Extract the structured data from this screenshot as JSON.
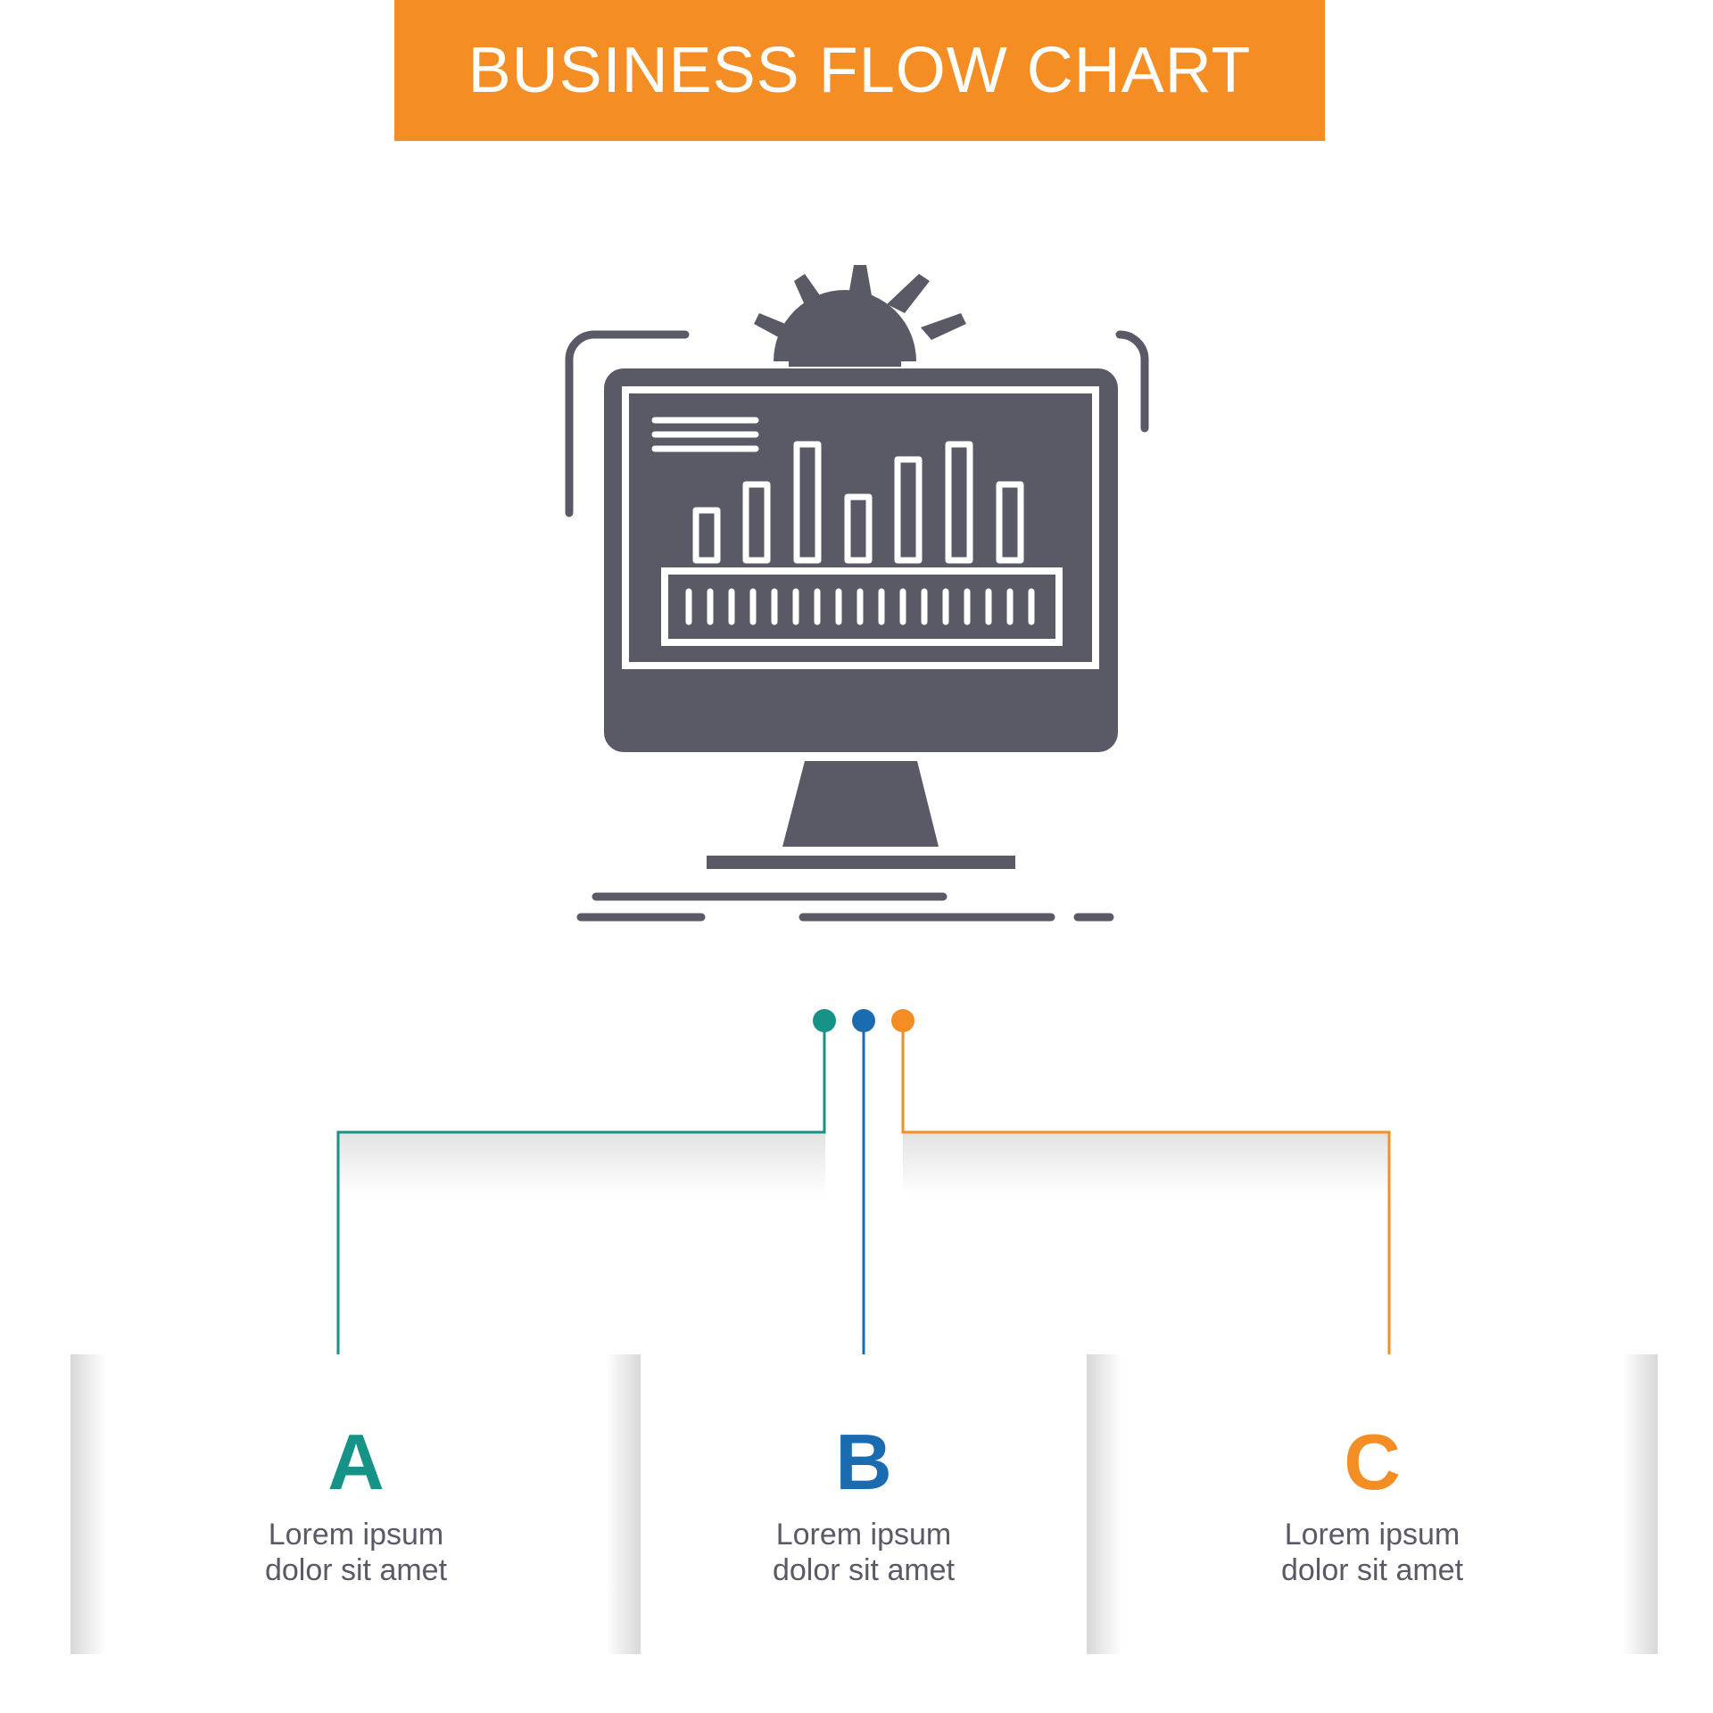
{
  "header": {
    "title": "BUSINESS FLOW CHART",
    "background": "#F48D23"
  },
  "hero": {
    "icon": "monitor-dashboard-icon",
    "color": "#5A5966"
  },
  "steps": [
    {
      "letter": "A",
      "line1": "Lorem ipsum",
      "line2": "dolor sit amet",
      "color": "#179286"
    },
    {
      "letter": "B",
      "line1": "Lorem ipsum",
      "line2": "dolor sit amet",
      "color": "#1A6BB0"
    },
    {
      "letter": "C",
      "line1": "Lorem ipsum",
      "line2": "dolor sit amet",
      "color": "#F48D23"
    }
  ]
}
